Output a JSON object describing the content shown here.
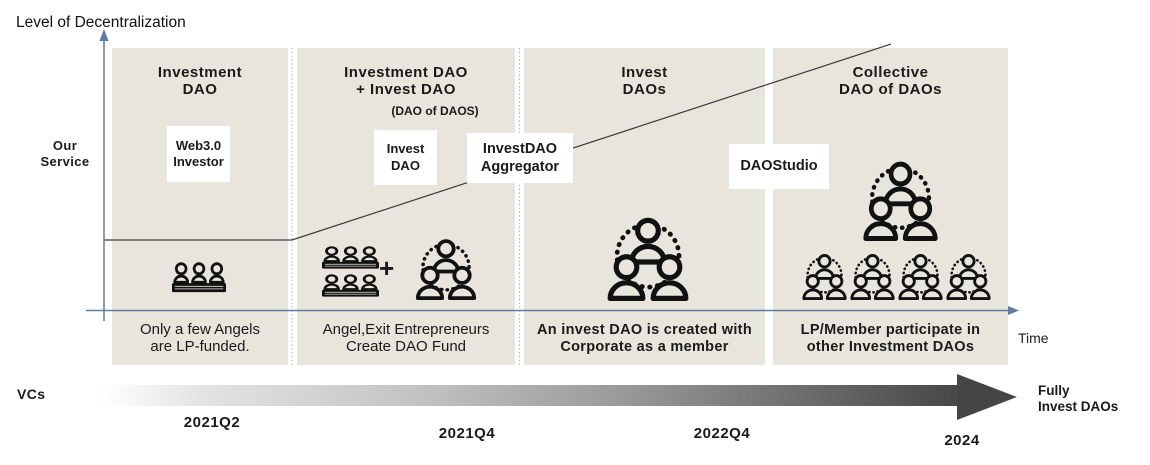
{
  "axes": {
    "y_label": "Level of Decentralization",
    "x_label": "Time"
  },
  "left_labels": {
    "our_service": "Our\nService"
  },
  "stages": [
    {
      "title": "Investment\nDAO",
      "box": "Web3.0\nInvestor",
      "caption": "Only a few Angels\nare LP-funded.",
      "tick": "2021Q2"
    },
    {
      "title": "Investment DAO\n+  Invest DAO",
      "subtitle": "(DAO of DAOS)",
      "box": "Invest\nDAO",
      "plus": "+",
      "caption": "Angel,Exit Entrepreneurs\nCreate DAO Fund",
      "tick": "2021Q4"
    },
    {
      "title": "Invest\nDAOs",
      "caption": "An invest DAO is created with\nCorporate as a member",
      "tick": "2022Q4"
    },
    {
      "title": "Collective\nDAO of DAOs",
      "caption": "LP/Member participate in\nother Investment DAOs",
      "tick": "2024"
    }
  ],
  "floating_boxes": {
    "investdao_aggregator": "InvestDAO\nAggregator",
    "daostudio": "DAOStudio"
  },
  "timeline_arrow": {
    "start_label": "VCs",
    "end_label": "Fully\nInvest DAOs"
  },
  "icons": {
    "audience": "audience-icon (row of people at a table)",
    "dao_circle": "dao-circle-icon (members in dotted circle)",
    "axis_arrows": "axis-arrowhead-icon",
    "timeline_arrow": "gradient-arrow-icon"
  },
  "colors": {
    "panel_bg": "#e8e5dc",
    "axis": "#5f7da3",
    "trend_line": "#3a3a3a",
    "separator_dots": "#b0b0b0",
    "arrow_gradient_end": "#474747",
    "text": "#1a1a1a",
    "box_bg": "#ffffff"
  }
}
